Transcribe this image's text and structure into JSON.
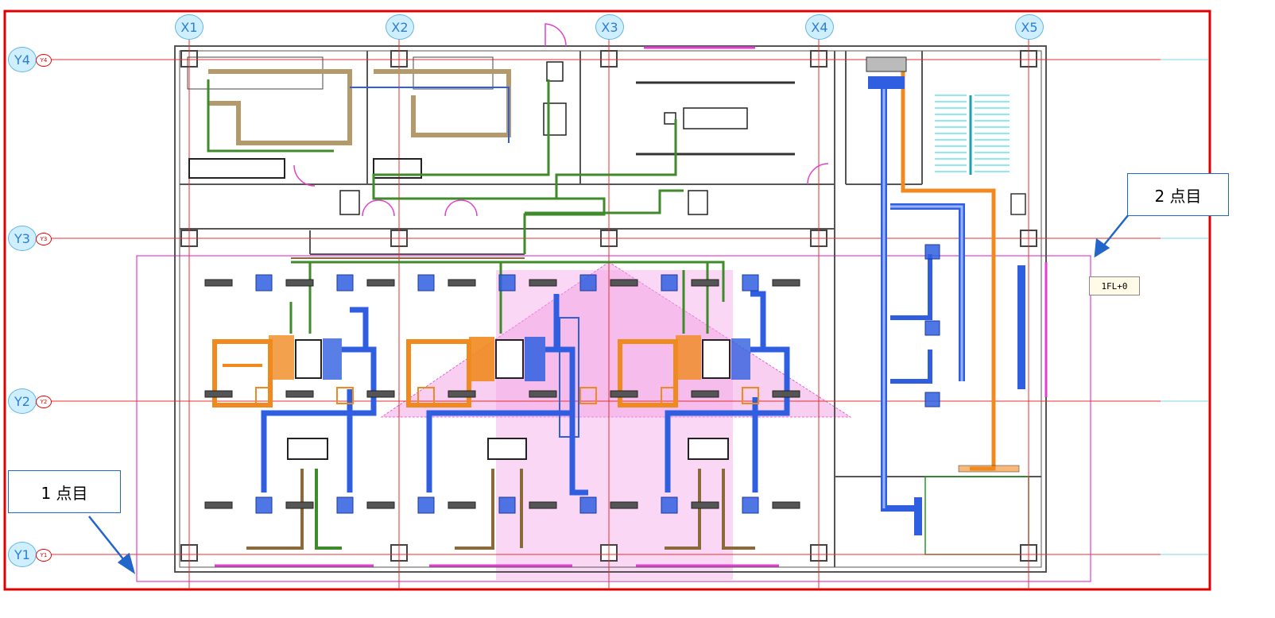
{
  "colors": {
    "frame": "#e00000",
    "grid_line": "#e53030",
    "bubble_fill": "#cfefff",
    "bubble_stroke": "#62b6e6",
    "bubble_text": "#2a7fd4",
    "wall": "#555555",
    "duct_blue": "#2f5fe0",
    "duct_orange": "#f08a1f",
    "pipe_green": "#3f8a2a",
    "pipe_brown": "#8a6a3a",
    "pink_zone": "#f3a6e6",
    "magenta": "#e040d0",
    "cyan": "#22d0e0",
    "callout_stroke": "#2266cc"
  },
  "grid": {
    "columns": [
      "X1",
      "X2",
      "X3",
      "X4",
      "X5"
    ],
    "rows": [
      "Y4",
      "Y3",
      "Y2",
      "Y1"
    ],
    "row_tags": [
      "Y4",
      "Y3",
      "Y2",
      "Y1"
    ]
  },
  "callouts": {
    "point1": "1 点目",
    "point2": "2 点目"
  },
  "level_label": "1FL+0"
}
